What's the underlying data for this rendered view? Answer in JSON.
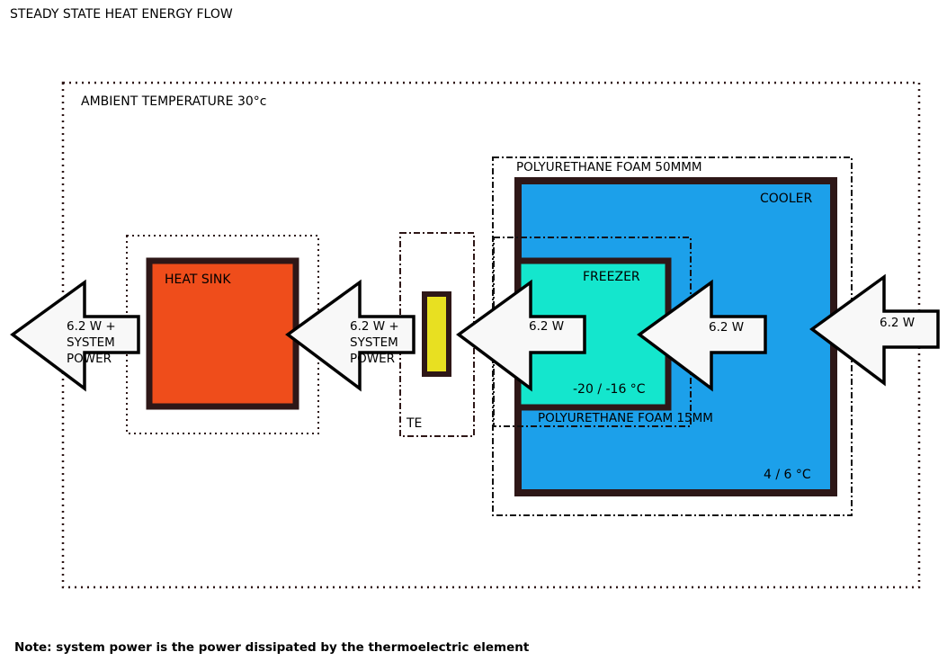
{
  "title": "STEADY STATE HEAT ENERGY FLOW",
  "regions": {
    "ambient": "AMBIENT TEMPERATURE 30°c",
    "foam_outer": "POLYURETHANE FOAM 50MMM",
    "foam_inner": "POLYURETHANE FOAM 15MM",
    "te": "TE"
  },
  "components": {
    "heat_sink": "HEAT SINK",
    "cooler": "COOLER",
    "cooler_temp": "4 / 6 °C",
    "freezer": "FREEZER",
    "freezer_temp": "-20 / -16 °C"
  },
  "arrows": {
    "ambient_out": "6.2 W +\nSYSTEM\nPOWER",
    "te_to_sink": "6.2 W +\nSYSTEM\nPOWER",
    "freezer_to_te": "6.2 W",
    "cooler_to_freezer": "6.2 W",
    "ambient_in": "6.2 W"
  },
  "note": "Note: system power is the power dissipated by the thermoelectric element",
  "colors": {
    "heat_sink_fill": "#ef4d1b",
    "cooler_fill": "#1ca0ea",
    "freezer_fill": "#14e6cd",
    "te_fill": "#e8e021",
    "outline": "#2e1717",
    "arrow_fill": "#f8f8f8"
  }
}
